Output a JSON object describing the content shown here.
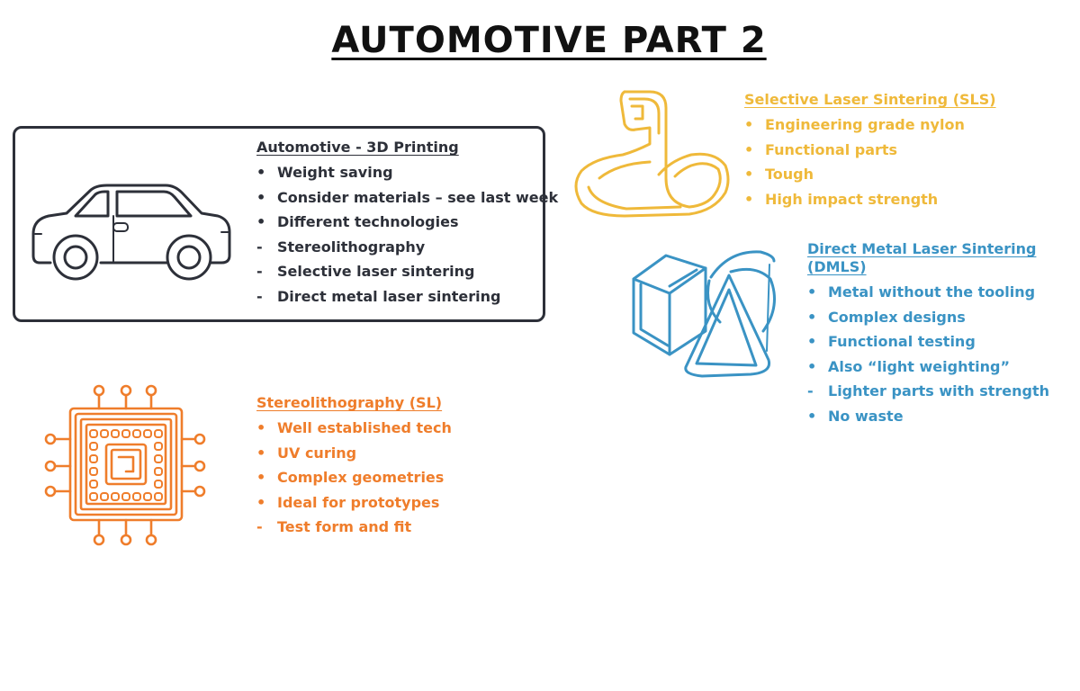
{
  "page": {
    "title": "AUTOMOTIVE PART 2"
  },
  "colors": {
    "dark": "#2d3039",
    "yellow": "#efb93a",
    "blue": "#3a93c4",
    "orange": "#ef7d2b"
  },
  "automotive": {
    "icon": "car-icon",
    "heading": "Automotive - 3D Printing",
    "items": [
      {
        "marker": "•",
        "text": "Weight saving"
      },
      {
        "marker": "•",
        "text": "Consider materials – see last week"
      },
      {
        "marker": "•",
        "text": "Different technologies"
      },
      {
        "marker": "-",
        "text": "Stereolithography"
      },
      {
        "marker": "-",
        "text": "Selective laser sintering"
      },
      {
        "marker": "-",
        "text": "Direct metal laser sintering"
      }
    ]
  },
  "sls": {
    "icon": "flexed-arm-icon",
    "heading": "Selective Laser Sintering (SLS)",
    "items": [
      {
        "marker": "•",
        "text": "Engineering grade nylon"
      },
      {
        "marker": "•",
        "text": "Functional parts"
      },
      {
        "marker": "•",
        "text": "Tough"
      },
      {
        "marker": "•",
        "text": "High impact strength"
      }
    ]
  },
  "dmls": {
    "icon": "geometric-shapes-icon",
    "heading": "Direct Metal Laser Sintering (DMLS)",
    "items": [
      {
        "marker": "•",
        "text": "Metal without the tooling"
      },
      {
        "marker": "•",
        "text": "Complex designs"
      },
      {
        "marker": "•",
        "text": "Functional testing"
      },
      {
        "marker": "•",
        "text": "Also “light weighting”"
      },
      {
        "marker": "-",
        "text": "Lighter parts with strength"
      },
      {
        "marker": "•",
        "text": "No waste"
      }
    ]
  },
  "sl": {
    "icon": "microchip-icon",
    "heading": "Stereolithography (SL)",
    "items": [
      {
        "marker": "•",
        "text": "Well established tech"
      },
      {
        "marker": "•",
        "text": "UV curing"
      },
      {
        "marker": "•",
        "text": "Complex geometries"
      },
      {
        "marker": "•",
        "text": "Ideal for prototypes"
      },
      {
        "marker": "-",
        "text": "Test form and fit"
      }
    ]
  }
}
